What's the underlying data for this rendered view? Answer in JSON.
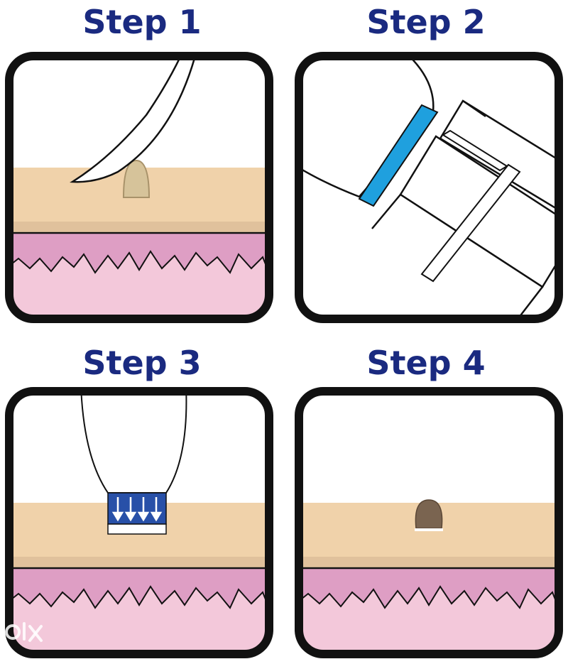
{
  "steps": [
    {
      "title": "Step 1"
    },
    {
      "title": "Step 2"
    },
    {
      "title": "Step 3"
    },
    {
      "title": "Step 4"
    }
  ],
  "colors": {
    "title": "#1a2a80",
    "frame": "#111111",
    "skin": "#f0d2aa",
    "skin_shadow": "#d9bb96",
    "dermis": "#de9ec4",
    "subdermis": "#f3c8da",
    "mole_before": "#d6c39a",
    "mole_after": "#7a6450",
    "ring_blue": "#1fa0de",
    "applicator_blue": "#2850a8"
  },
  "watermark": {
    "text": "OLX"
  }
}
